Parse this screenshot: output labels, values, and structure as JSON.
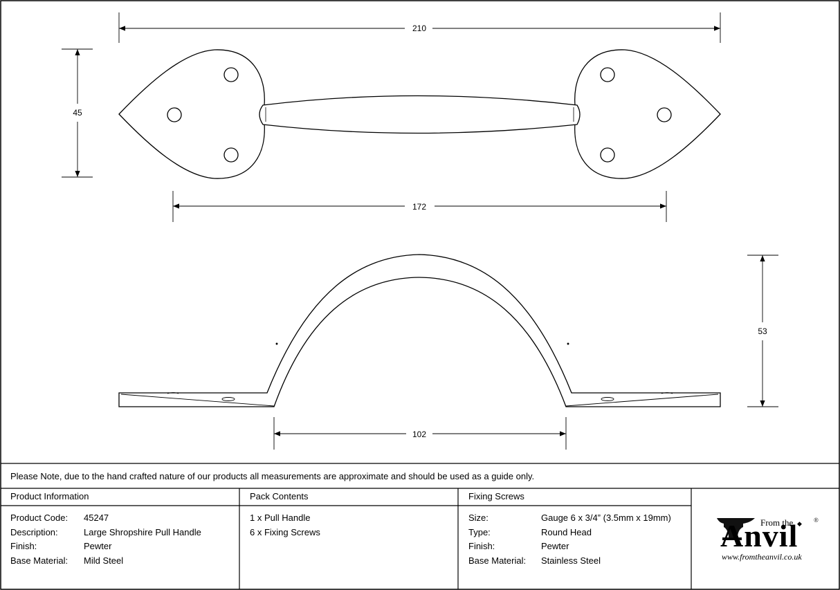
{
  "dimensions": {
    "overall_width": "210",
    "height": "45",
    "fixing_centres": "172",
    "projection": "53",
    "grip_span": "102"
  },
  "note": "Please Note, due to the hand crafted nature of our products all measurements are approximate and should be used as a guide only.",
  "product_info": {
    "heading": "Product Information",
    "rows": [
      {
        "label": "Product Code:",
        "value": "45247"
      },
      {
        "label": "Description:",
        "value": "Large Shropshire Pull Handle"
      },
      {
        "label": "Finish:",
        "value": "Pewter"
      },
      {
        "label": "Base Material:",
        "value": "Mild Steel"
      }
    ]
  },
  "pack_contents": {
    "heading": "Pack Contents",
    "items": [
      "1 x Pull Handle",
      "6 x Fixing Screws"
    ]
  },
  "fixing_screws": {
    "heading": "Fixing Screws",
    "rows": [
      {
        "label": "Size:",
        "value": "Gauge 6 x 3/4” (3.5mm x 19mm)"
      },
      {
        "label": "Type:",
        "value": "Round Head"
      },
      {
        "label": "Finish:",
        "value": "Pewter"
      },
      {
        "label": "Base Material:",
        "value": "Stainless Steel"
      }
    ]
  },
  "logo": {
    "from_the": "From the",
    "brand": "Anvil",
    "registered": "®",
    "url": "www.fromtheanvil.co.uk"
  }
}
